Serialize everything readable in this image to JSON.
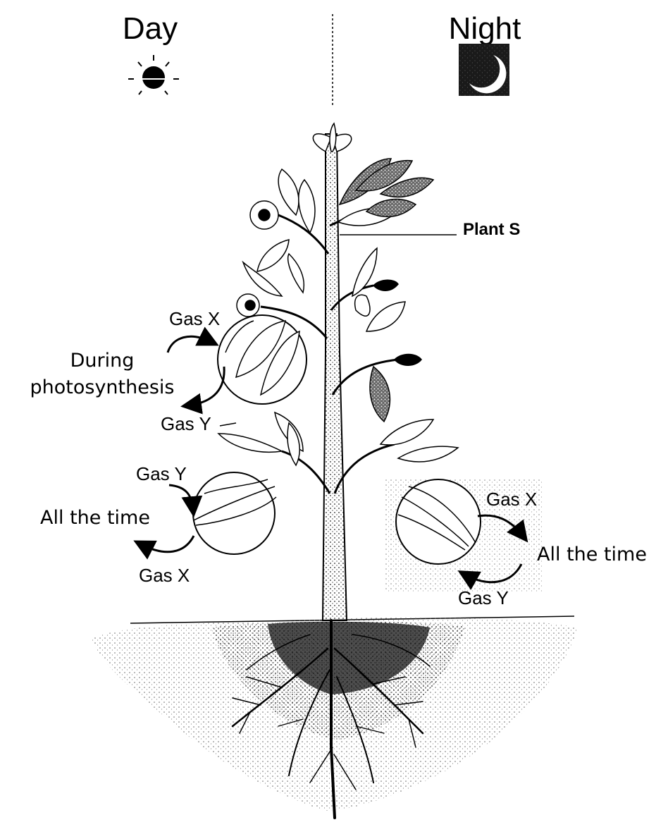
{
  "header": {
    "day_label": "Day",
    "night_label": "Night",
    "day_icon": "sun-icon",
    "night_icon": "moon-icon"
  },
  "plant_label": "Plant S",
  "day_upper": {
    "gas_in": "Gas X",
    "process": [
      "During",
      "photosynthesis"
    ],
    "gas_out": "Gas Y"
  },
  "day_lower": {
    "gas_in": "Gas Y",
    "process": "All the time",
    "gas_out": "Gas X"
  },
  "night": {
    "gas_out": "Gas X",
    "process": "All the time",
    "gas_in": "Gas Y"
  }
}
